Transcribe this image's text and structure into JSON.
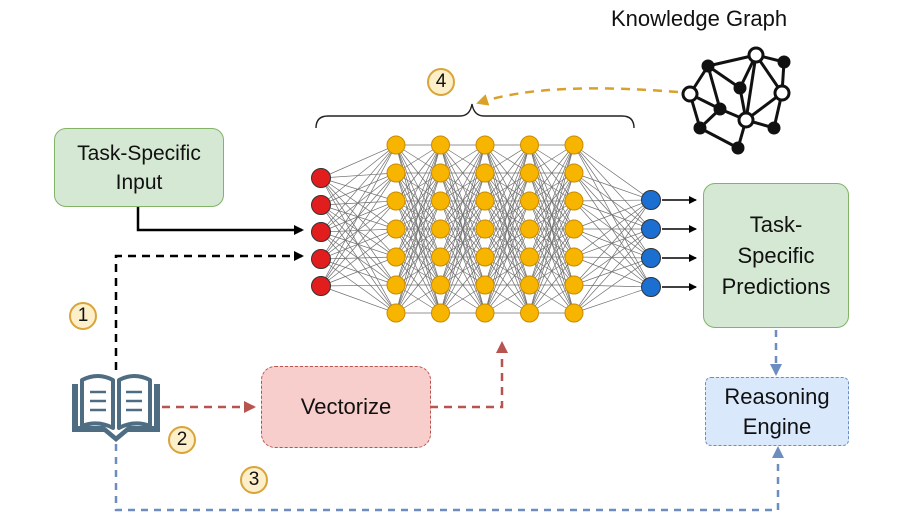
{
  "knowledge_graph": {
    "title": "Knowledge Graph",
    "icon": "knowledge-graph-icon"
  },
  "boxes": {
    "task_input": "Task-Specific Input",
    "predictions": "Task-Specific Predictions",
    "vectorize": "Vectorize",
    "reasoning": "Reasoning Engine"
  },
  "steps": [
    "1",
    "2",
    "3",
    "4"
  ],
  "network": {
    "input_nodes": 5,
    "hidden_layers": 5,
    "hidden_nodes_per_layer": 7,
    "output_nodes": 4
  },
  "colors": {
    "input_node": "#e11d1d",
    "hidden_node": "#f7b500",
    "output_node": "#1a6fd1",
    "knowledge_arrow": "#d9a02a",
    "vectorize_arrow": "#b85450",
    "reasoning_arrow": "#6c8ebf"
  },
  "icons": {
    "book": "open-book-icon"
  }
}
